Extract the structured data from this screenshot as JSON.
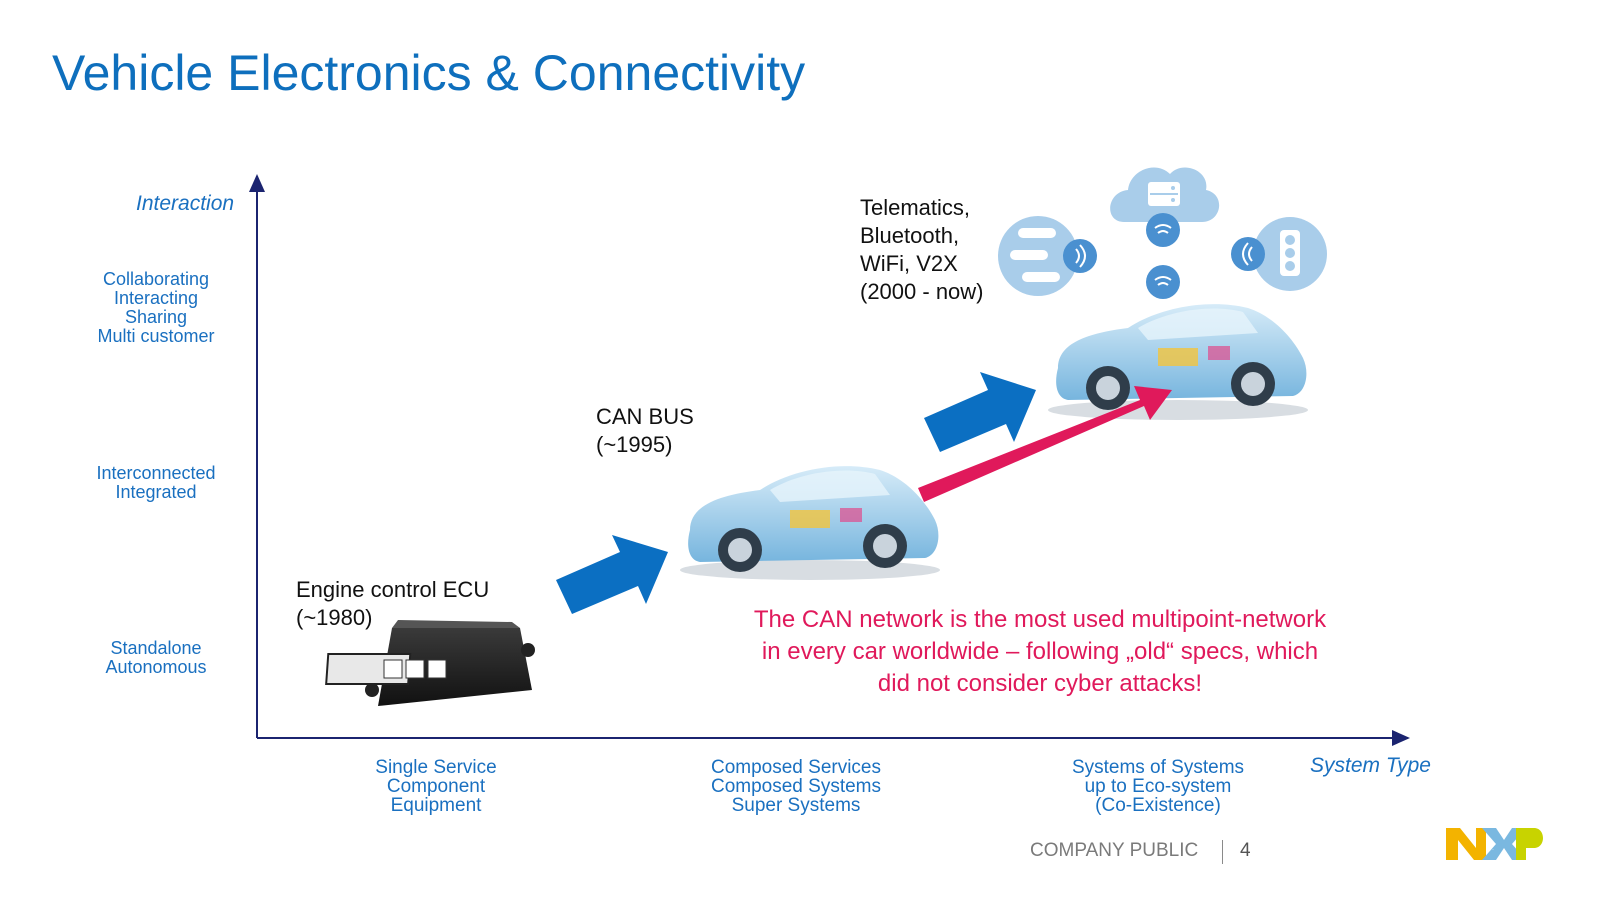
{
  "title": "Vehicle Electronics & Connectivity",
  "y_axis": {
    "label": "Interaction",
    "levels": [
      {
        "lines": [
          "Collaborating",
          "Interacting",
          "Sharing",
          "Multi customer"
        ]
      },
      {
        "lines": [
          "Interconnected",
          "Integrated"
        ]
      },
      {
        "lines": [
          "Standalone",
          "Autonomous"
        ]
      }
    ]
  },
  "x_axis": {
    "label": "System Type",
    "levels": [
      {
        "lines": [
          "Single Service",
          "Component",
          "Equipment"
        ]
      },
      {
        "lines": [
          "Composed Services",
          "Composed Systems",
          "Super Systems"
        ]
      },
      {
        "lines": [
          "Systems of Systems",
          "up to Eco-system",
          "(Co-Existence)"
        ]
      }
    ]
  },
  "stages": [
    {
      "lines": [
        "Engine control ECU",
        "(~1980)"
      ]
    },
    {
      "lines": [
        "CAN BUS",
        "(~1995)"
      ]
    },
    {
      "lines": [
        "Telematics,",
        "Bluetooth,",
        "WiFi, V2X",
        "(2000 - now)"
      ]
    }
  ],
  "note": "The CAN network is the most used multipoint-network in every car worldwide – following „old“ specs, which did not consider cyber attacks!",
  "footer": {
    "classification": "COMPANY PUBLIC",
    "page": "4",
    "logo_text": "NXP"
  },
  "colors": {
    "title": "#0e6fbd",
    "axis_text": "#1a70c0",
    "axis_line": "#1b2470",
    "arrow_blue": "#0b6fc2",
    "arrow_red": "#e0195b",
    "note": "#e0195b",
    "icon_circle": "#a9cdea",
    "icon_badge": "#4a90d0",
    "logo_yellow": "#f3b300",
    "logo_lime": "#c8d300",
    "logo_blue": "#7ab8e0"
  },
  "icons": [
    "ecu-module-icon",
    "car-icon",
    "cloud-server-icon",
    "vehicle-fleet-icon",
    "traffic-light-icon",
    "wireless-signal-icon"
  ]
}
